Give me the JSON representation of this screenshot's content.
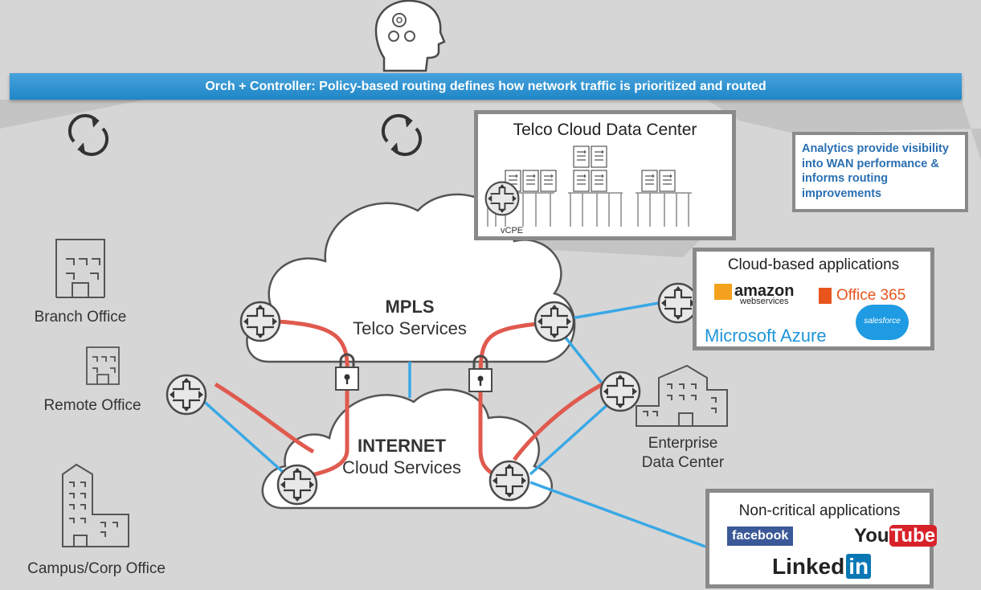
{
  "banner": "Orch + Controller: Policy-based routing defines how network traffic is prioritized and routed",
  "analytics": "Analytics provide visibility into WAN performance & informs routing improvements",
  "telco_dc": {
    "title": "Telco Cloud Data Center",
    "vcpe": "vCPE"
  },
  "mpls": {
    "line1": "MPLS",
    "line2": "Telco Services"
  },
  "internet": {
    "line1": "INTERNET",
    "line2": "Cloud Services"
  },
  "sites": {
    "branch": "Branch Office",
    "remote": "Remote Office",
    "campus": "Campus/Corp Office",
    "enterprise_dc_1": "Enterprise",
    "enterprise_dc_2": "Data Center"
  },
  "cloud_apps": {
    "title": "Cloud-based applications",
    "amazon": "amazon",
    "amazon_sub": "webservices",
    "office": "Office 365",
    "azure": "Microsoft Azure",
    "salesforce": "salesforce"
  },
  "noncrit_apps": {
    "title": "Non-critical applications",
    "facebook": "facebook",
    "youtube_you": "You",
    "youtube_tube": "Tube",
    "linkedin": "Linked",
    "linkedin_in": "in"
  },
  "colors": {
    "banner": "#2a8fd0",
    "link_blue": "#3aa8e6",
    "link_red": "#e05a4f",
    "router_fill": "#e8e8e8"
  }
}
